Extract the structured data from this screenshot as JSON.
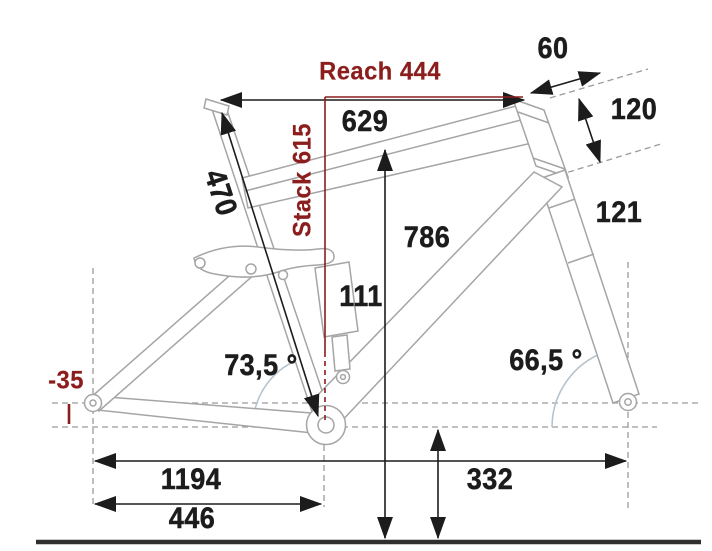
{
  "figure": {
    "type": "bicycle-frame-geometry-diagram",
    "background": "#ffffff",
    "colors": {
      "dimension_ink": "#1c1c1c",
      "highlight_red": "#8b1d1d",
      "frame_line": "#a5a5a5",
      "dashed_reference": "#9b9b9b",
      "angle_arc": "#b6c3cd",
      "ground": "#2f2f2f"
    },
    "labels": {
      "reach": "Reach 444",
      "stack": "Stack 615",
      "stem_length": "60",
      "head_tube_upper": "120",
      "head_tube": "121",
      "top_tube_horizontal": "629",
      "seat_tube": "470",
      "standover_height": "786",
      "shock_length": "111",
      "seat_angle": "73,5 °",
      "head_angle": "66,5 °",
      "bb_drop": "-35",
      "wheelbase": "1194",
      "chainstay": "446",
      "bb_height": "332"
    }
  }
}
